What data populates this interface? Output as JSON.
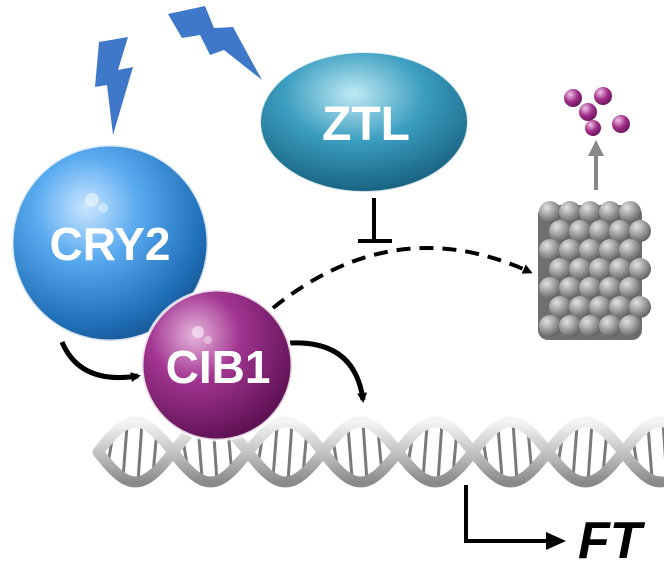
{
  "proteins": {
    "cry2": {
      "label": "CRY2",
      "color": "#3b8fd6"
    },
    "ztl": {
      "label": "ZTL",
      "color": "#2f8fb0"
    },
    "cib1": {
      "label": "CIB1",
      "color": "#8a1f78"
    }
  },
  "gene": {
    "label": "FT"
  },
  "colors": {
    "light": "#3f78c8",
    "arrow": "#000000",
    "dna": "#b8b8b8",
    "proteasome": "#8a8a8a",
    "peptides": "#9b2a86"
  }
}
